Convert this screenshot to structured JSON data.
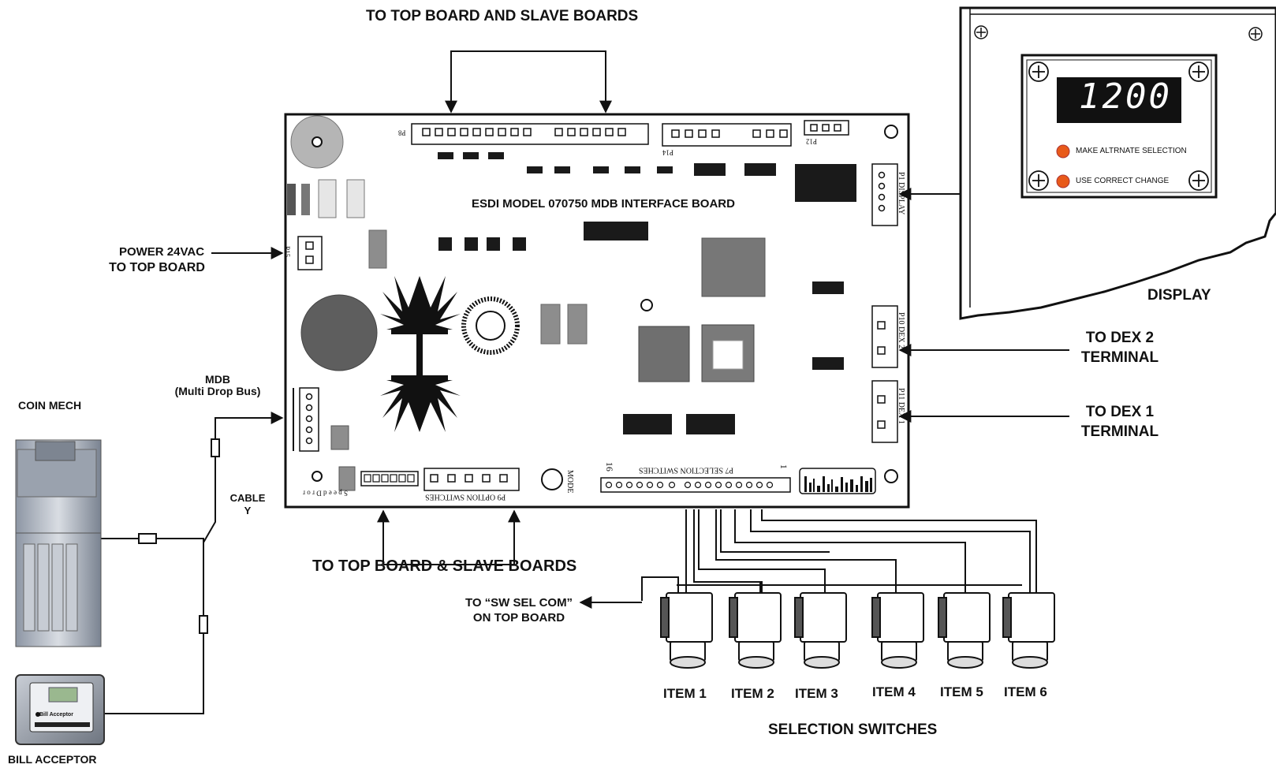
{
  "labels": {
    "top_boards": "TO TOP BOARD AND SLAVE BOARDS",
    "power_line1": "POWER 24VAC",
    "power_line2": "TO TOP BOARD",
    "mdb_line1": "MDB",
    "mdb_line2": "(Multi Drop Bus)",
    "coin_mech": "COIN MECH",
    "cable_line1": "CABLE",
    "cable_line2": "Y",
    "bill_acceptor": "BILL ACCEPTOR",
    "bottom_boards": "TO TOP BOARD & SLAVE BOARDS",
    "sw_sel_com_line1": "TO  “SW SEL COM”",
    "sw_sel_com_line2": "ON TOP BOARD",
    "display": "DISPLAY",
    "dex2_line1": "TO DEX 2",
    "dex2_line2": "TERMINAL",
    "dex1_line1": "TO DEX 1",
    "dex1_line2": "TERMINAL",
    "selection_switches": "SELECTION SWITCHES"
  },
  "board": {
    "title": "ESDI MODEL 070750 MDB INTERFACE BOARD",
    "p8": "P8",
    "p14": "P14",
    "p12": "P12",
    "p15": "P15",
    "p1": "P1 DISPLAY",
    "p10": "P10 DEX 2",
    "p11": "P11 DEX 1",
    "p9": "P9 OPTION SWITCHES",
    "p7": "P7 SELECTION SWITCHES",
    "mode": "MODE",
    "sel_16": "16",
    "sel_1": "1",
    "option_letters": "S p e e d   D r   o r"
  },
  "display_panel": {
    "readout": "1200",
    "led1_label": "MAKE ALTRNATE SELECTION",
    "led2_label": "USE CORRECT CHANGE"
  },
  "bill_acceptor_face": "Bill Acceptor",
  "items": [
    "ITEM 1",
    "ITEM 2",
    "ITEM 3",
    "ITEM 4",
    "ITEM 5",
    "ITEM 6"
  ],
  "colors": {
    "line": "#111111",
    "chip": "#1a1a1a",
    "gray": "#8a8a8a",
    "led": "#e85a1a",
    "display_bg": "#111111",
    "display_digits": "#ffffff"
  }
}
